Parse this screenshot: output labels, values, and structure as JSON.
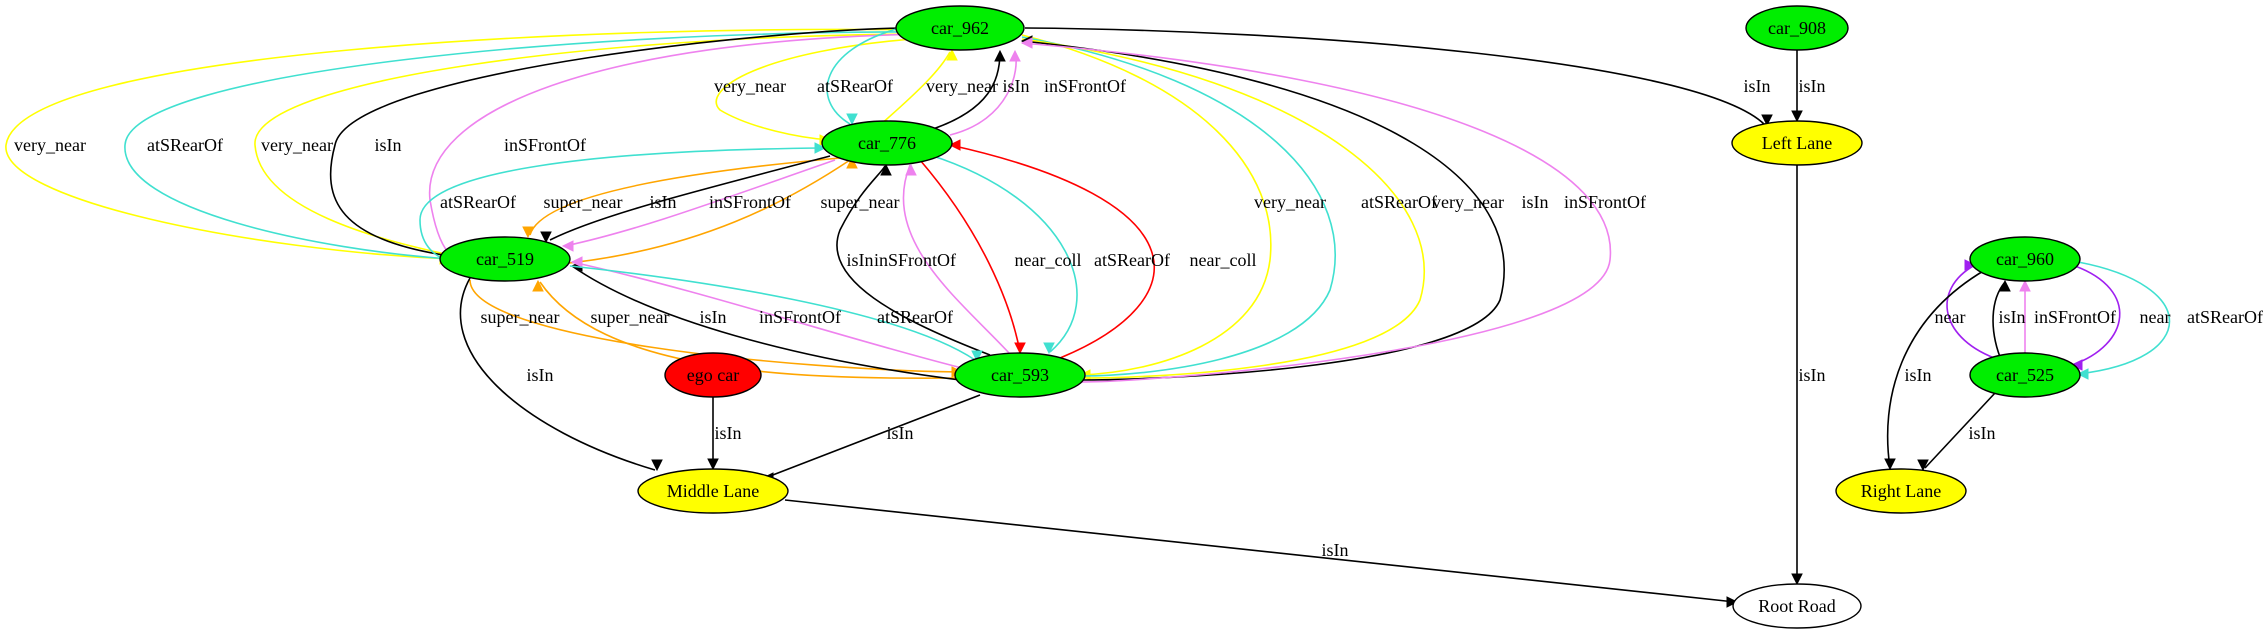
{
  "colors": {
    "vehicle": "#00ee00",
    "ego": "#ff0000",
    "lane": "#ffff00",
    "road": "#ffffff",
    "isIn": "#000000",
    "very_near": "#ffff00",
    "atSRearOf": "#40e0d0",
    "inSFrontOf": "#ee82ee",
    "super_near": "#ffa500",
    "near_coll": "#ff0000",
    "near": "#a020f0"
  },
  "nodes": [
    {
      "id": "car_962",
      "label": "car_962",
      "kind": "vehicle"
    },
    {
      "id": "car_908",
      "label": "car_908",
      "kind": "vehicle"
    },
    {
      "id": "car_776",
      "label": "car_776",
      "kind": "vehicle"
    },
    {
      "id": "car_519",
      "label": "car_519",
      "kind": "vehicle"
    },
    {
      "id": "car_593",
      "label": "car_593",
      "kind": "vehicle"
    },
    {
      "id": "ego",
      "label": "ego car",
      "kind": "ego"
    },
    {
      "id": "car_960",
      "label": "car_960",
      "kind": "vehicle"
    },
    {
      "id": "car_525",
      "label": "car_525",
      "kind": "vehicle"
    },
    {
      "id": "left_lane",
      "label": "Left Lane",
      "kind": "lane"
    },
    {
      "id": "middle_lane",
      "label": "Middle Lane",
      "kind": "lane"
    },
    {
      "id": "right_lane",
      "label": "Right Lane",
      "kind": "lane"
    },
    {
      "id": "root_road",
      "label": "Root Road",
      "kind": "road"
    }
  ],
  "edges": [
    {
      "id": "e1",
      "label": "very_near",
      "rel": "very_near"
    },
    {
      "id": "e2",
      "label": "atSRearOf",
      "rel": "atSRearOf"
    },
    {
      "id": "e3",
      "label": "very_near",
      "rel": "very_near"
    },
    {
      "id": "e4",
      "label": "isIn",
      "rel": "isIn"
    },
    {
      "id": "e5",
      "label": "inSFrontOf",
      "rel": "inSFrontOf"
    },
    {
      "id": "e6",
      "label": "very_near",
      "rel": "very_near"
    },
    {
      "id": "e7",
      "label": "atSRearOf",
      "rel": "atSRearOf"
    },
    {
      "id": "e8",
      "label": "very_near",
      "rel": "very_near"
    },
    {
      "id": "e9",
      "label": "isIn",
      "rel": "isIn"
    },
    {
      "id": "e10",
      "label": "inSFrontOf",
      "rel": "inSFrontOf"
    },
    {
      "id": "e11",
      "label": "very_near",
      "rel": "very_near"
    },
    {
      "id": "e12",
      "label": "atSRearOf",
      "rel": "atSRearOf"
    },
    {
      "id": "e13",
      "label": "very_near",
      "rel": "very_near"
    },
    {
      "id": "e14",
      "label": "isIn",
      "rel": "isIn"
    },
    {
      "id": "e15",
      "label": "inSFrontOf",
      "rel": "inSFrontOf"
    },
    {
      "id": "e16",
      "label": "isIn",
      "rel": "isIn"
    },
    {
      "id": "e17",
      "label": "isIn",
      "rel": "isIn"
    },
    {
      "id": "e18",
      "label": "atSRearOf",
      "rel": "atSRearOf"
    },
    {
      "id": "e19",
      "label": "super_near",
      "rel": "super_near"
    },
    {
      "id": "e20",
      "label": "isIn",
      "rel": "isIn"
    },
    {
      "id": "e21",
      "label": "inSFrontOf",
      "rel": "inSFrontOf"
    },
    {
      "id": "e22",
      "label": "super_near",
      "rel": "super_near"
    },
    {
      "id": "e23",
      "label": "isIn",
      "rel": "isIn"
    },
    {
      "id": "e24",
      "label": "inSFrontOf",
      "rel": "inSFrontOf"
    },
    {
      "id": "e25",
      "label": "near_coll",
      "rel": "near_coll"
    },
    {
      "id": "e26",
      "label": "atSRearOf",
      "rel": "atSRearOf"
    },
    {
      "id": "e27",
      "label": "near_coll",
      "rel": "near_coll"
    },
    {
      "id": "e28",
      "label": "super_near",
      "rel": "super_near"
    },
    {
      "id": "e29",
      "label": "super_near",
      "rel": "super_near"
    },
    {
      "id": "e30",
      "label": "isIn",
      "rel": "isIn"
    },
    {
      "id": "e31",
      "label": "inSFrontOf",
      "rel": "inSFrontOf"
    },
    {
      "id": "e32",
      "label": "atSRearOf",
      "rel": "atSRearOf"
    },
    {
      "id": "e33",
      "label": "isIn",
      "rel": "isIn"
    },
    {
      "id": "e34",
      "label": "isIn",
      "rel": "isIn"
    },
    {
      "id": "e35",
      "label": "isIn",
      "rel": "isIn"
    },
    {
      "id": "e36",
      "label": "isIn",
      "rel": "isIn"
    },
    {
      "id": "e37",
      "label": "isIn",
      "rel": "isIn"
    },
    {
      "id": "e38",
      "label": "near",
      "rel": "near"
    },
    {
      "id": "e39",
      "label": "isIn",
      "rel": "isIn"
    },
    {
      "id": "e40",
      "label": "inSFrontOf",
      "rel": "inSFrontOf"
    },
    {
      "id": "e41",
      "label": "near",
      "rel": "near"
    },
    {
      "id": "e42",
      "label": "atSRearOf",
      "rel": "atSRearOf"
    },
    {
      "id": "e43",
      "label": "isIn",
      "rel": "isIn"
    },
    {
      "id": "e44",
      "label": "isIn",
      "rel": "isIn"
    }
  ]
}
